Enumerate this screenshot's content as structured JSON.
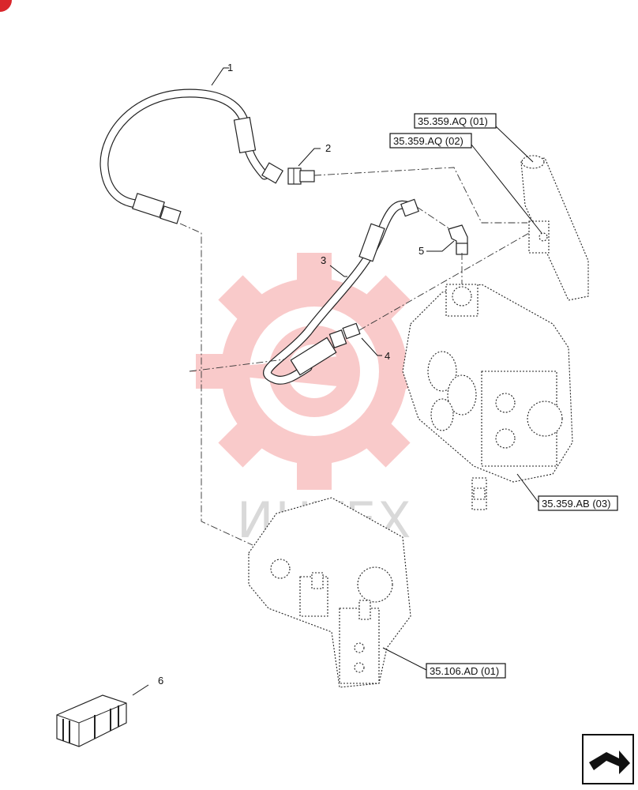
{
  "colors": {
    "watermark": "#f3b6b6",
    "corner_badge": "#d9262b",
    "line": "#222222"
  },
  "watermark": {
    "text": "ИНТЕХ"
  },
  "callouts": [
    {
      "id": "1",
      "label": "1"
    },
    {
      "id": "2",
      "label": "2"
    },
    {
      "id": "3",
      "label": "3"
    },
    {
      "id": "4",
      "label": "4"
    },
    {
      "id": "5",
      "label": "5"
    },
    {
      "id": "6",
      "label": "6"
    }
  ],
  "references": [
    {
      "id": "ref1",
      "label": "35.359.AQ (01)"
    },
    {
      "id": "ref2",
      "label": "35.359.AQ (02)"
    },
    {
      "id": "ref3",
      "label": "35.359.AB (03)"
    },
    {
      "id": "ref4",
      "label": "35.106.AD (01)"
    }
  ],
  "icons": {
    "corner_badge": "brand-badge-icon",
    "navigation": "return-arrow-icon",
    "kit": "kit-box-icon"
  }
}
